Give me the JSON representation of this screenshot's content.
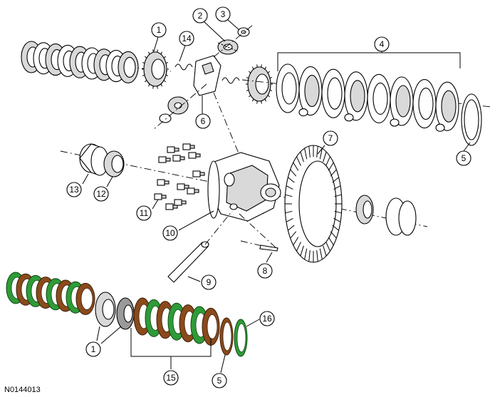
{
  "figure_id": "N0144013",
  "callouts": [
    {
      "key": "c1a",
      "label": "1"
    },
    {
      "key": "c2",
      "label": "2"
    },
    {
      "key": "c3",
      "label": "3"
    },
    {
      "key": "c4",
      "label": "4"
    },
    {
      "key": "c5a",
      "label": "5"
    },
    {
      "key": "c6",
      "label": "6"
    },
    {
      "key": "c7",
      "label": "7"
    },
    {
      "key": "c8",
      "label": "8"
    },
    {
      "key": "c9",
      "label": "9"
    },
    {
      "key": "c10",
      "label": "10"
    },
    {
      "key": "c11",
      "label": "11"
    },
    {
      "key": "c12",
      "label": "12"
    },
    {
      "key": "c13",
      "label": "13"
    },
    {
      "key": "c14",
      "label": "14"
    },
    {
      "key": "c1b",
      "label": "1"
    },
    {
      "key": "c15",
      "label": "15"
    },
    {
      "key": "c5b",
      "label": "5"
    },
    {
      "key": "c16",
      "label": "16"
    }
  ],
  "colors": {
    "friction_plate": "#2e9b38",
    "steel_plate": "#8a4a1c",
    "line": "#000000",
    "background": "#ffffff"
  }
}
